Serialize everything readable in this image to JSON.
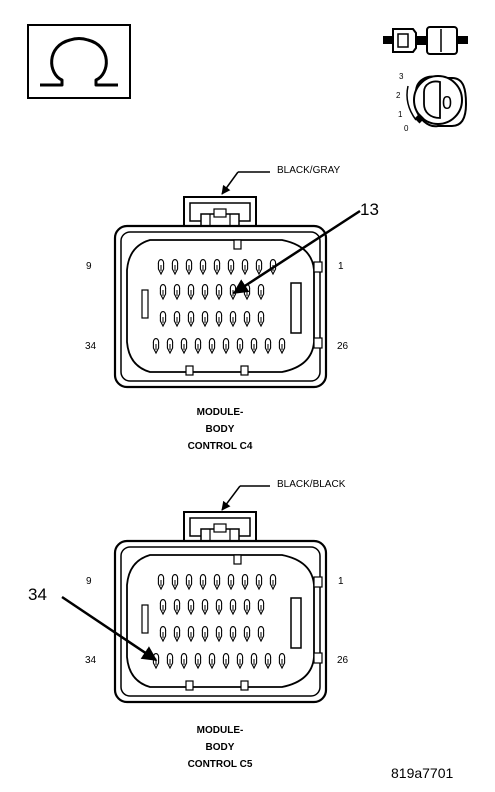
{
  "icons": {
    "ohm": "ohmmeter-omega-icon",
    "probe": "test-probe-icon",
    "ignition": "ignition-switch-icon"
  },
  "ignition": {
    "positions": [
      "3",
      "2",
      "1",
      "0"
    ],
    "key_position": "0"
  },
  "connectors": [
    {
      "color_label": "BLACK/GRAY",
      "corner_labels": {
        "top_left": "9",
        "top_right": "1",
        "bottom_left": "34",
        "bottom_right": "26"
      },
      "callout": "13",
      "caption": [
        "MODULE-",
        "BODY",
        "CONTROL C4"
      ]
    },
    {
      "color_label": "BLACK/BLACK",
      "corner_labels": {
        "top_left": "9",
        "top_right": "1",
        "bottom_left": "34",
        "bottom_right": "26"
      },
      "callout": "34",
      "caption": [
        "MODULE-",
        "BODY",
        "CONTROL C5"
      ]
    }
  ],
  "figure_id": "819a7701"
}
